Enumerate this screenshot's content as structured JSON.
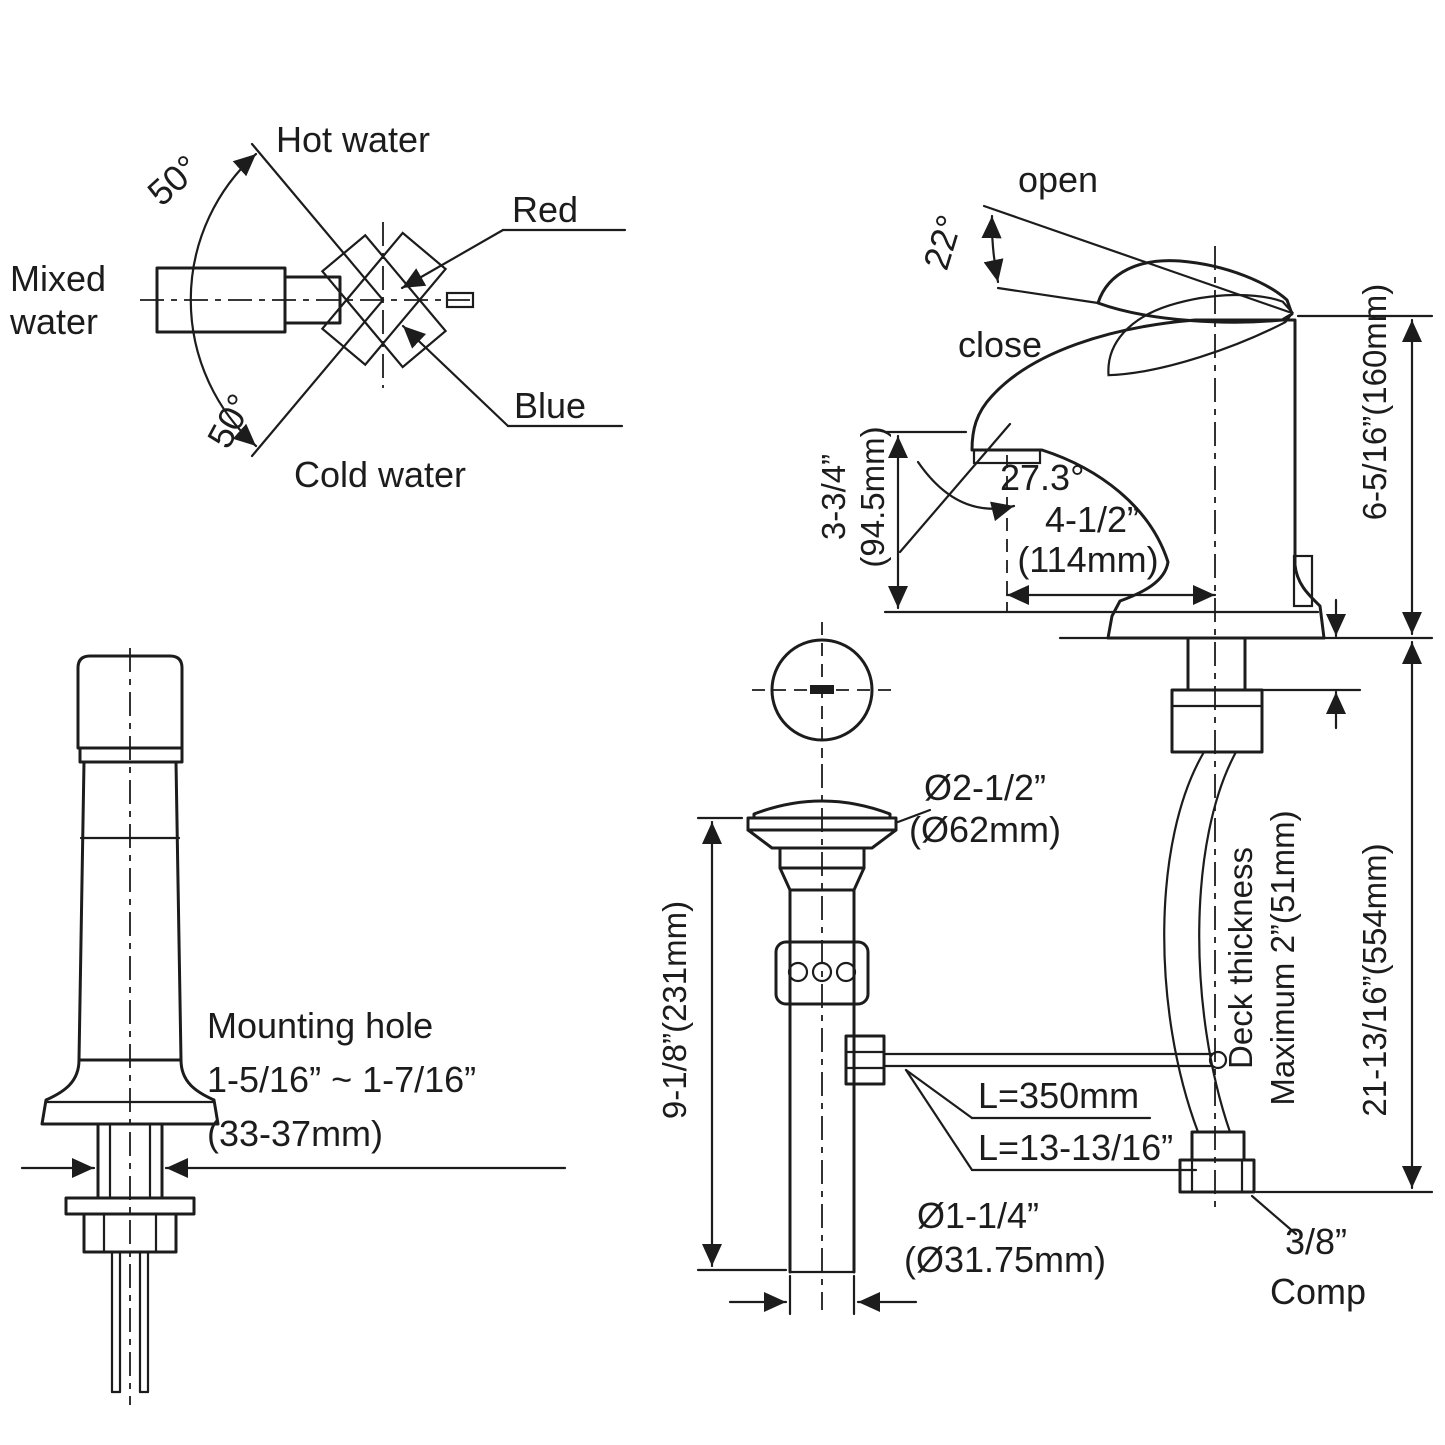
{
  "handle_diagram": {
    "hot_water": "Hot water",
    "mixed_water_line1": "Mixed",
    "mixed_water_line2": "water",
    "cold_water": "Cold water",
    "red_label": "Red",
    "blue_label": "Blue",
    "hot_angle": "50°",
    "cold_angle": "50°"
  },
  "front_view": {
    "mounting_hole_line1": "Mounting hole",
    "mounting_hole_line2": "1-5/16” ~ 1-7/16”",
    "mounting_hole_line3": "(33-37mm)"
  },
  "side_view": {
    "open_label": "open",
    "close_label": "close",
    "open_angle": "22°",
    "spout_angle": "27.3°",
    "spout_reach_in": "4-1/2”",
    "spout_reach_mm": "(114mm)",
    "spout_height": "3-3/4”",
    "spout_height_mm": "(94.5mm)",
    "height_above_deck": "6-5/16”(160mm)",
    "deck_thickness_line1": "Deck thickness",
    "deck_thickness_line2": "Maximum 2”(51mm)",
    "total_height": "21-13/16”(554mm)",
    "supply_size_line1": "3/8”",
    "supply_size_line2": "Comp"
  },
  "drain_diagram": {
    "flange_diameter_in": "Ø2-1/2”",
    "flange_diameter_mm": "(Ø62mm)",
    "drain_height": "9-1/8”(231mm)",
    "rod_length_mm": "L=350mm",
    "rod_length_in": "L=13-13/16”",
    "tailpiece_diameter_in": "Ø1-1/4”",
    "tailpiece_diameter_mm": "(Ø31.75mm)"
  }
}
